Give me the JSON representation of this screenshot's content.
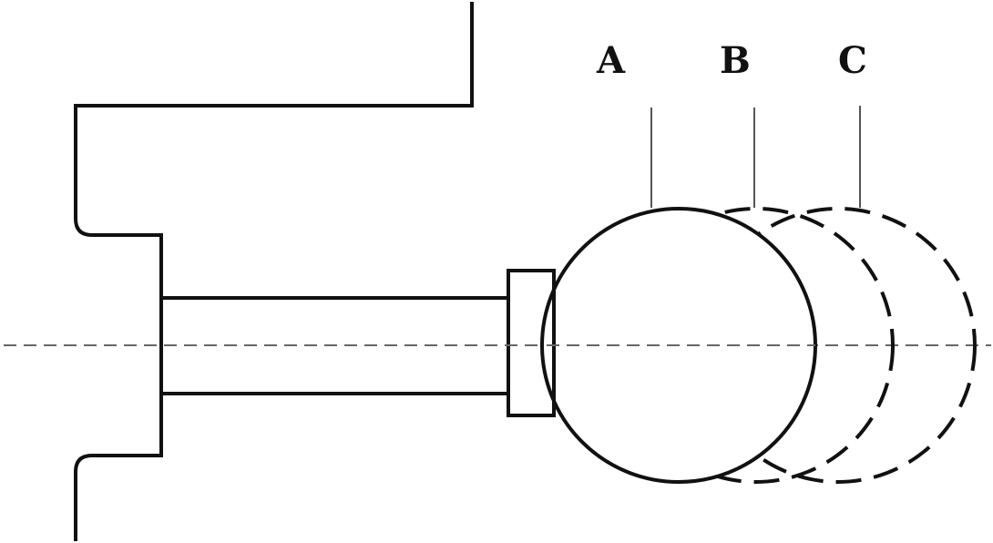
{
  "diagram": {
    "labels": {
      "a": "A",
      "b": "B",
      "c": "C"
    },
    "colors": {
      "stroke": "#111111",
      "leader": "#555555",
      "centerline": "#666666",
      "background": "#ffffff"
    }
  }
}
